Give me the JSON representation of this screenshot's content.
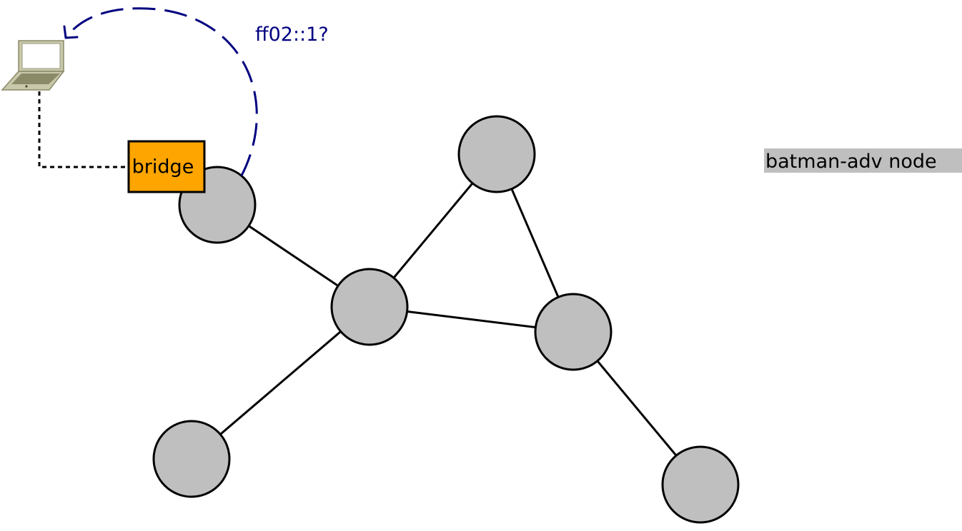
{
  "labels": {
    "bridge": "bridge",
    "multicast_query": "ff02::1?",
    "legend": "batman-adv node"
  },
  "icons": {
    "client": "laptop-icon"
  },
  "colors": {
    "node_fill": "#bfbfbf",
    "bridge_fill": "#ffa500",
    "query_arrow": "#000080",
    "legend_background": "#bfbfbf",
    "link": "#000000"
  }
}
